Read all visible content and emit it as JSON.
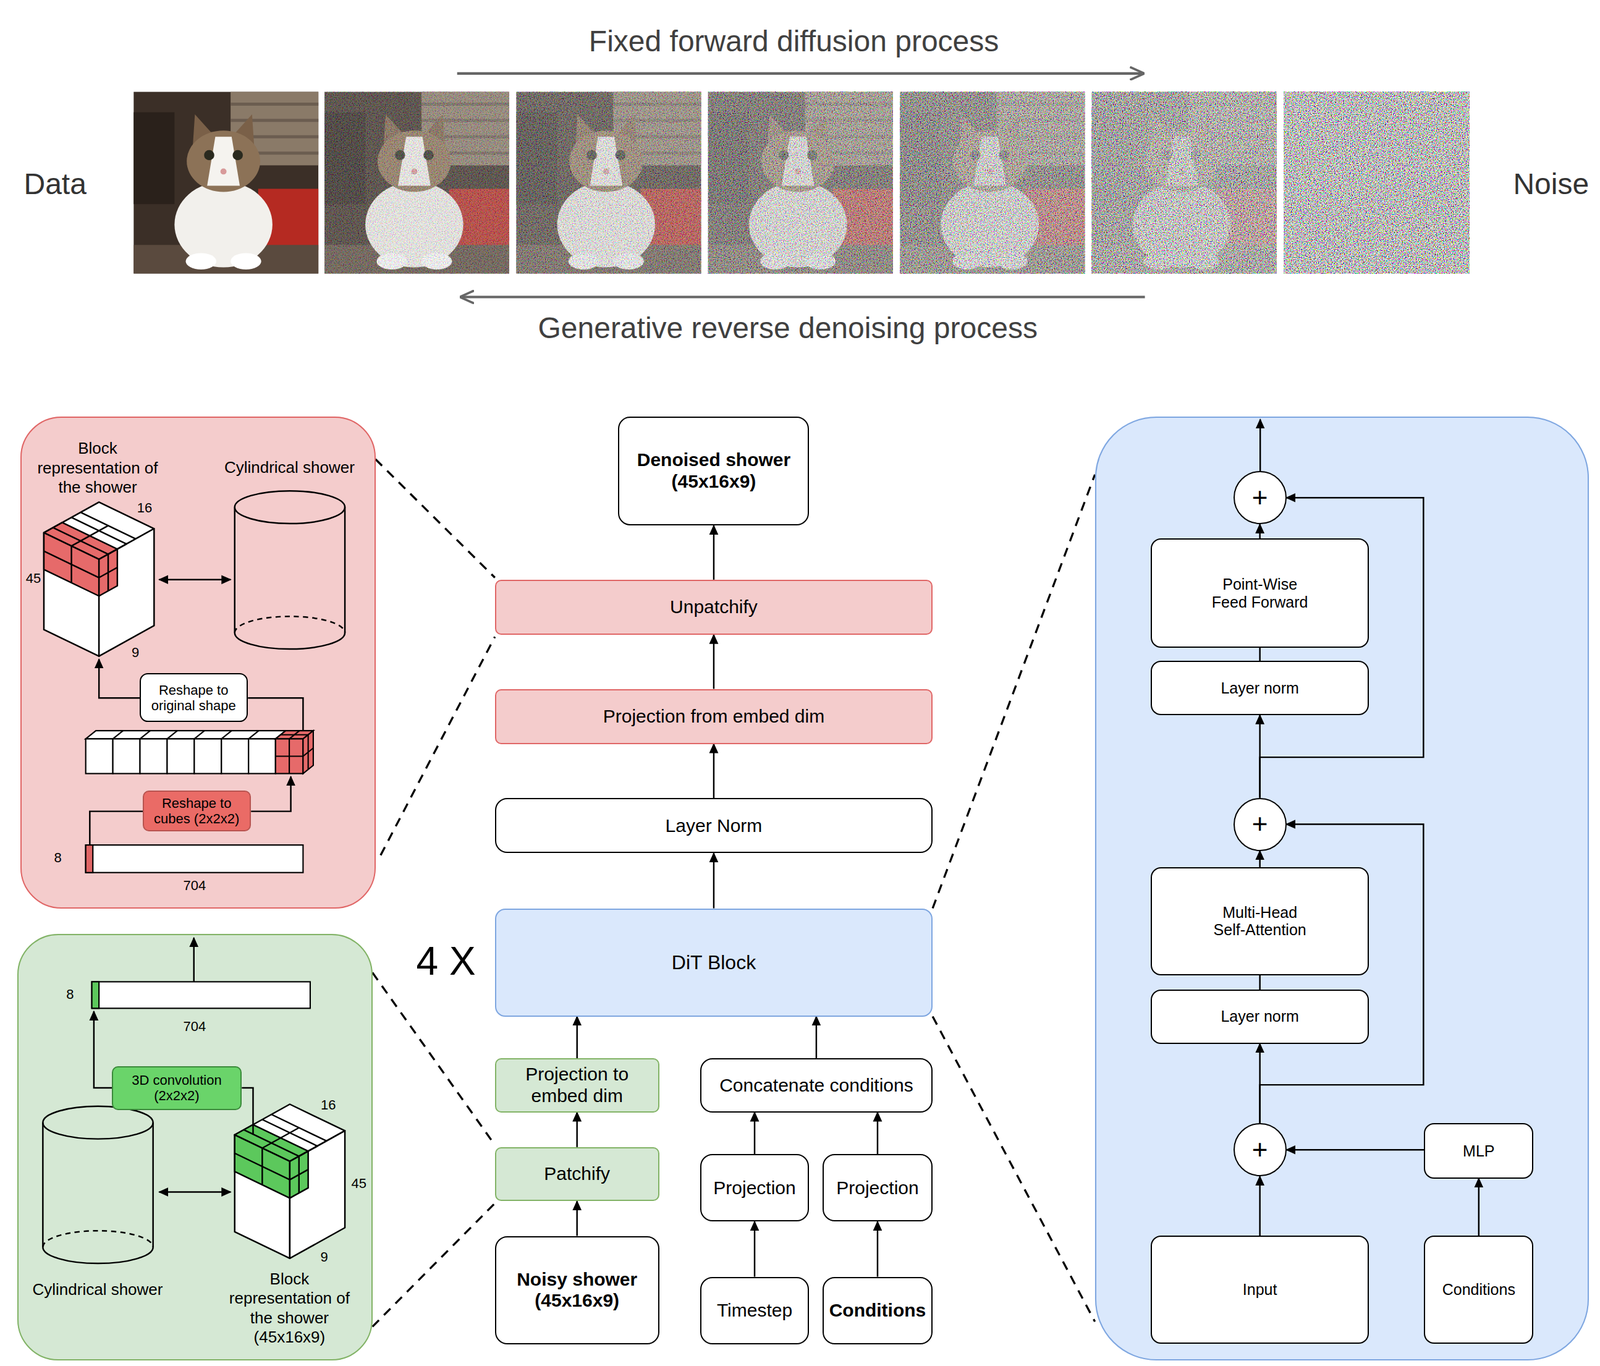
{
  "diagram": {
    "nodes": [
      {
        "text": [
          "Block representation of the shower",
          "Cylindrical shower",
          "16",
          "45",
          "9",
          "8",
          "704"
        ]
      },
      {
        "text": [
          "Reshape to original shape"
        ],
        "in": 0
      },
      {
        "text": [
          "Reshape to cubes (2x2x2)"
        ],
        "in": 0
      },
      {
        "text": [
          "Denoised shower (45x16x9)"
        ]
      },
      {
        "text": [
          "Unpatchify"
        ]
      },
      {
        "text": [
          "Projection from embed dim"
        ]
      },
      {
        "text": [
          "Layer Norm"
        ]
      },
      {
        "text": [
          "DiT Block"
        ]
      },
      {
        "text": []
      },
      {
        "text": [
          "+"
        ],
        "in": 8
      },
      {
        "text": [
          "Point-Wise Feed Forward"
        ],
        "in": 8
      },
      {
        "text": [
          "Layer norm"
        ],
        "in": 8
      },
      {
        "text": [
          "+"
        ],
        "in": 8
      },
      {
        "text": [
          "Multi-Head Self-Attention"
        ],
        "in": 8
      },
      {
        "text": [
          "Layer norm"
        ],
        "in": 8
      },
      {
        "text": [
          "+"
        ],
        "in": 8
      },
      {
        "text": [
          "MLP"
        ],
        "in": 8
      },
      {
        "text": [
          "Input"
        ],
        "in": 8
      },
      {
        "text": [
          "Conditions"
        ],
        "in": 8
      },
      {
        "text": [
          "8",
          "704",
          "16",
          "45",
          "9",
          "Cylindrical shower",
          "Block representation of the shower (45x16x9)"
        ]
      },
      {
        "text": [
          "3D convolution (2x2x2)"
        ],
        "in": 19
      },
      {
        "text": [
          "Projection to embed dim"
        ]
      },
      {
        "text": [
          "Concatenate conditions"
        ]
      },
      {
        "text": [
          "Patchify"
        ]
      },
      {
        "text": [
          "Projection"
        ]
      },
      {
        "text": [
          "Projection"
        ]
      },
      {
        "text": [
          "Noisy shower (45x16x9)"
        ]
      },
      {
        "text": [
          "Timestep"
        ]
      },
      {
        "text": [
          "Conditions"
        ]
      }
    ],
    "edges": [
      {
        "from": 26,
        "to": 23,
        "arrow": "to"
      },
      {
        "from": 23,
        "to": 21,
        "arrow": "to"
      },
      {
        "from": 21,
        "to": 7,
        "arrow": "to"
      },
      {
        "from": 27,
        "to": 24,
        "arrow": "to"
      },
      {
        "from": 28,
        "to": 25,
        "arrow": "to"
      },
      {
        "from": 24,
        "to": 22,
        "arrow": "to"
      },
      {
        "from": 25,
        "to": 22,
        "arrow": "to"
      },
      {
        "from": 22,
        "to": 7,
        "arrow": "to"
      },
      {
        "from": 7,
        "to": 6,
        "arrow": "to"
      },
      {
        "from": 6,
        "to": 5,
        "arrow": "to"
      },
      {
        "from": 5,
        "to": 4,
        "arrow": "to"
      },
      {
        "from": 4,
        "to": 3,
        "arrow": "to"
      },
      {
        "from": 17,
        "to": 15,
        "arrow": "to"
      },
      {
        "from": 18,
        "to": 16,
        "arrow": "to"
      },
      {
        "from": 16,
        "to": 15,
        "arrow": "to"
      },
      {
        "from": 15,
        "to": 14,
        "arrow": "to"
      },
      {
        "from": 14,
        "to": 13,
        "arrow": "none"
      },
      {
        "from": 13,
        "to": 12,
        "arrow": "to"
      },
      {
        "from": 15,
        "to": 12,
        "arrow": "to"
      },
      {
        "from": 12,
        "to": 11,
        "arrow": "to"
      },
      {
        "from": 11,
        "to": 10,
        "arrow": "none"
      },
      {
        "from": 10,
        "to": 9,
        "arrow": "to"
      },
      {
        "from": 12,
        "to": 9,
        "arrow": "to"
      }
    ],
    "labels": [
      "Fixed forward diffusion process",
      "Data",
      "Noise",
      "Generative reverse denoising process",
      "4 X"
    ]
  }
}
